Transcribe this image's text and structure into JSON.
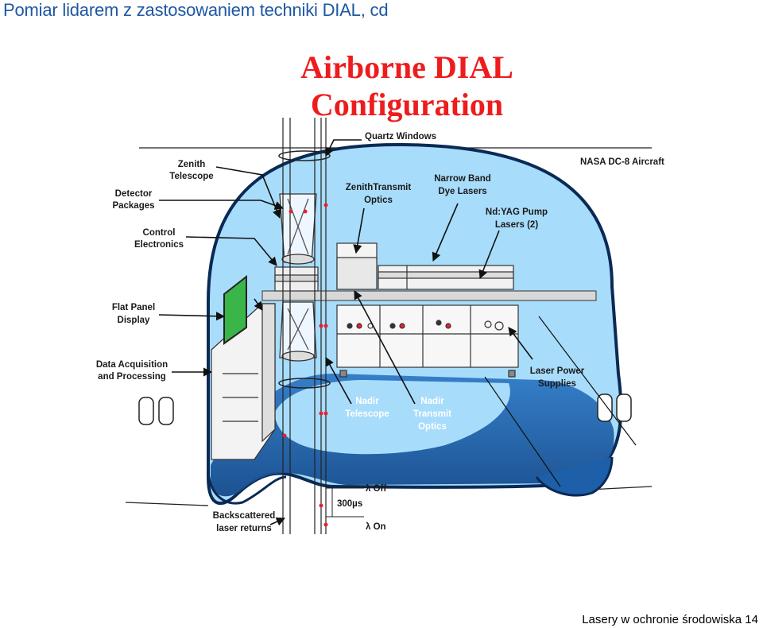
{
  "page": {
    "title": "Pomiar lidarem z zastosowaniem techniki DIAL, cd",
    "footer": "Lasery w ochronie środowiska 14"
  },
  "diagram": {
    "heading_line1": "Airborne DIAL",
    "heading_line2": "Configuration",
    "aircraft": "NASA DC-8 Aircraft",
    "labels": {
      "quartz_windows": "Quartz Windows",
      "zenith_telescope": [
        "Zenith",
        "Telescope"
      ],
      "detector_packages": [
        "Detector",
        "Packages"
      ],
      "control_electronics": [
        "Control",
        "Electronics"
      ],
      "flat_panel_display": [
        "Flat Panel",
        "Display"
      ],
      "data_acquisition": [
        "Data Acquisition",
        "and Processing"
      ],
      "backscattered": [
        "Backscattered",
        "laser returns"
      ],
      "zenith_transmit_optics": [
        "ZenithTransmit",
        "Optics"
      ],
      "narrow_band_dye_lasers": [
        "Narrow Band",
        "Dye Lasers"
      ],
      "ndyag_pump_lasers": [
        "Nd:YAG Pump",
        "Lasers (2)"
      ],
      "laser_power_supplies": [
        "Laser Power",
        "Supplies"
      ],
      "nadir_telescope": [
        "Nadir",
        "Telescope"
      ],
      "nadir_transmit_optics": [
        "Nadir",
        "Transmit",
        "Optics"
      ],
      "lambda_off": "λ Off",
      "lambda_on": "λ On",
      "pulse_interval": "300µs"
    },
    "colors": {
      "cabin": "#a8dcfb",
      "cabin_border": "#0a2a55",
      "floor": "#1d5fa8",
      "heading": "#ee1c1c",
      "beam_marks": "#e8202a"
    }
  }
}
